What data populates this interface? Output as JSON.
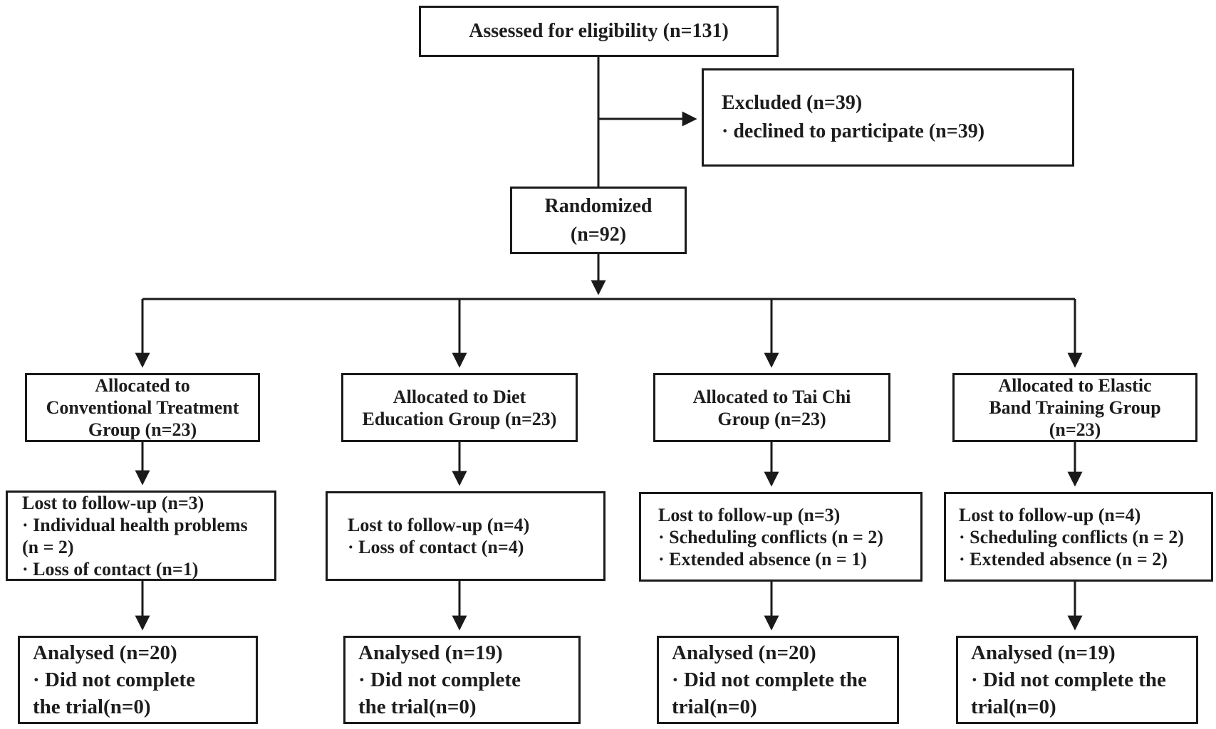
{
  "diagram": {
    "type": "flowchart",
    "subject": "CONSORT participant flow diagram",
    "colors": {
      "line": "#1a1a1a",
      "text": "#1d1d1d",
      "background": "#ffffff"
    },
    "nodes": {
      "assessed": {
        "lines": [
          "Assessed for eligibility (n=131)"
        ]
      },
      "excluded": {
        "lines": [
          "Excluded (n=39)",
          "· declined to participate (n=39)"
        ]
      },
      "randomized": {
        "lines": [
          "Randomized",
          "(n=92)"
        ]
      },
      "alloc1": {
        "lines": [
          "Allocated to",
          "Conventional Treatment",
          "Group (n=23)"
        ]
      },
      "alloc2": {
        "lines": [
          "Allocated to Diet",
          "Education Group (n=23)"
        ]
      },
      "alloc3": {
        "lines": [
          "Allocated to Tai Chi",
          "Group (n=23)"
        ]
      },
      "alloc4": {
        "lines": [
          "Allocated to Elastic",
          "Band Training Group",
          "(n=23)"
        ]
      },
      "lost1": {
        "lines": [
          "Lost to follow-up (n=3)",
          "· Individual health problems",
          "(n = 2)",
          "· Loss of contact (n=1)"
        ]
      },
      "lost2": {
        "lines": [
          "Lost to follow-up (n=4)",
          "· Loss of contact (n=4)"
        ]
      },
      "lost3": {
        "lines": [
          "Lost to follow-up (n=3)",
          "· Scheduling conflicts (n = 2)",
          "· Extended absence (n = 1)"
        ]
      },
      "lost4": {
        "lines": [
          "Lost to follow-up (n=4)",
          "· Scheduling conflicts (n = 2)",
          "· Extended absence (n = 2)"
        ]
      },
      "analysed1": {
        "lines": [
          "Analysed (n=20)",
          "· Did not complete",
          "the trial(n=0)"
        ]
      },
      "analysed2": {
        "lines": [
          "Analysed (n=19)",
          "· Did not complete",
          "the trial(n=0)"
        ]
      },
      "analysed3": {
        "lines": [
          "Analysed (n=20)",
          "· Did not complete the",
          "trial(n=0)"
        ]
      },
      "analysed4": {
        "lines": [
          "Analysed (n=19)",
          "· Did not complete the",
          "trial(n=0)"
        ]
      }
    },
    "edges": [
      {
        "from": "assessed",
        "to": "excluded"
      },
      {
        "from": "assessed",
        "to": "randomized"
      },
      {
        "from": "randomized",
        "to": "alloc1"
      },
      {
        "from": "randomized",
        "to": "alloc2"
      },
      {
        "from": "randomized",
        "to": "alloc3"
      },
      {
        "from": "randomized",
        "to": "alloc4"
      },
      {
        "from": "alloc1",
        "to": "lost1"
      },
      {
        "from": "alloc2",
        "to": "lost2"
      },
      {
        "from": "alloc3",
        "to": "lost3"
      },
      {
        "from": "alloc4",
        "to": "lost4"
      },
      {
        "from": "lost1",
        "to": "analysed1"
      },
      {
        "from": "lost2",
        "to": "analysed2"
      },
      {
        "from": "lost3",
        "to": "analysed3"
      },
      {
        "from": "lost4",
        "to": "analysed4"
      }
    ]
  }
}
